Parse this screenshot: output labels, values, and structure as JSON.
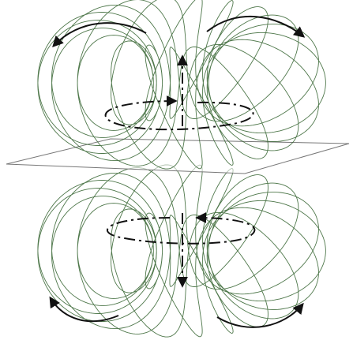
{
  "diagram": {
    "colors": {
      "background": "#ffffff",
      "coil": "#2f5f2a",
      "coil_light": "#5c8a50",
      "arrow": "#111111",
      "plane": "#777777"
    },
    "parts": [
      "upper-toroidal-coil",
      "midplane-sheet",
      "lower-toroidal-coil"
    ],
    "icons": {
      "curved_arrow": "curved-arrow-icon",
      "straight_arrow": "arrow-icon"
    }
  }
}
